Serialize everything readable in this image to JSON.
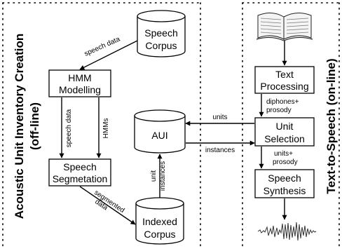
{
  "left_panel": {
    "title_line1": "Acoustic Unit Inventory Creation",
    "title_line2": "(off-line)"
  },
  "right_panel": {
    "title": "Text-to-Speech (on-line)"
  },
  "nodes": {
    "speech_corpus": [
      "Speech",
      "Corpus"
    ],
    "hmm_modelling": [
      "HMM",
      "Modelling"
    ],
    "speech_segmentation": [
      "Speech",
      "Segmetation"
    ],
    "aui": [
      "AUI"
    ],
    "indexed_corpus": [
      "Indexed",
      "Corpus"
    ],
    "text_processing": [
      "Text",
      "Processing"
    ],
    "unit_selection": [
      "Unit",
      "Selection"
    ],
    "speech_synthesis": [
      "Speech",
      "Synthesis"
    ]
  },
  "edge_labels": {
    "speech_data_top": "speech data",
    "speech_data_left": "speech data",
    "hmms": "HMMs",
    "segmented_data": [
      "segmented",
      "data"
    ],
    "unit_instances": [
      "unit",
      "instances"
    ],
    "units": "units",
    "instances": "instances",
    "diphones_prosody": [
      "diphones+",
      "prosody"
    ],
    "units_prosody": [
      "units+",
      "prosody"
    ]
  },
  "icons": {
    "input": "open-book-icon",
    "output": "waveform-icon"
  }
}
